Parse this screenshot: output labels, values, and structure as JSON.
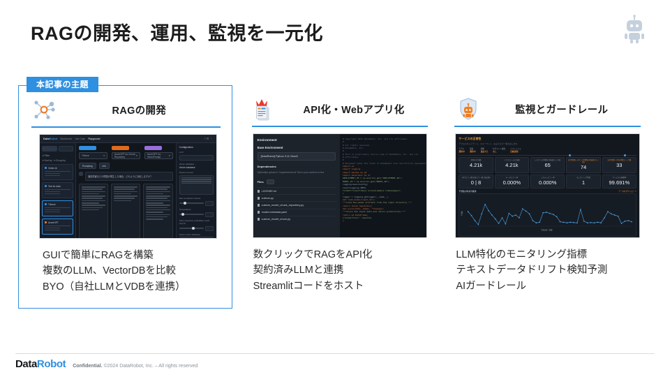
{
  "slide": {
    "title": "RAGの開発、運用、監視を一元化",
    "topic_tab": "本記事の主題",
    "accent_blue": "#2f8fe0",
    "accent_orange": "#e8862c"
  },
  "columns": [
    {
      "icon": "network-nodes-icon",
      "title": "RAGの開発",
      "description": "GUIで簡単にRAGを構築\n複数のLLM、VectorDBを比較\nBYO（自社LLMとVDBを連携）",
      "screenshot": {
        "name": "workbench-playground-screenshot",
        "brand_prefix": "Data",
        "brand_suffix": "Robot",
        "breadcrumb": [
          "Workbench",
          "Use Case",
          "Playground"
        ],
        "tabs": [
          "Prompting",
          "Info"
        ],
        "pills": [
          "#2f8fe0",
          "#e06a1c",
          "#9b6ede"
        ],
        "sidebar_sections": [
          "Best",
          "Comparison"
        ],
        "config_title": "Configuration",
        "config_fields": [
          "Azure OpenAI GPT-4",
          "Vector database",
          "System prompt",
          "Max completion tokens",
          "Temperature",
          "Token selection probability cutoff (Top P)"
        ]
      }
    },
    {
      "icon": "documents-crown-icon",
      "title": "API化・Webアプリ化",
      "description": "数クリックでRAGをAPI化\n契約済みLLMと連携\nStreamlitコードをホスト",
      "screenshot": {
        "name": "custom-model-environment-screenshot",
        "heading": "Environment",
        "base_env_label": "Base Environment",
        "base_env_value": "[DataRobot] Python 3.11 GenAI",
        "dependencies_label": "Dependencies",
        "dependencies_note": "Optionally upload a \"requirements.txt\" file to your content so tha",
        "files_label": "Files",
        "files": [
          "LICENSE.txt",
          "custom.py",
          "custom_model_chunk_repository.py",
          "model-metadata.yaml",
          "custom_model_enum.py"
        ],
        "code_lines": [
          "# Copyright 2024 DataRobot, Inc. and its affiliates.",
          "#",
          "# All rights reserved.",
          "# DataRobot, Inc.",
          "#",
          "# This is proprietary source code of DataRobot, Inc. and its",
          "# affiliates.",
          "#",
          "# Released under the terms of DataRobot Tool and Utility Agreement.",
          "",
          "import os",
          "import logging",
          "import pandas as pd",
          "import datarobot as dr",
          "",
          "DEPLOYMENT_ID = os.environ.get(\"DEPLOYMENT_ID\")",
          "MODEL_ID = os.environ.get(\"MODEL_ID\")",
          "",
          "logging.basicConfig(",
          "    level=logging.INFO,",
          "    format=\"%(asctime)s %(levelname)s %(message)s\",",
          ")",
          "logger = logging.getLogger(__name__)",
          "",
          "def load_model(input_dir):",
          "    \"\"\"Load the model artifact from the input directory.\"\"\"",
          "    return chunk_repository",
          "",
          "def score(data, model, **kwargs):",
          "    \"\"\"Score the input data and return predictions.\"\"\"",
          "    return pd.DataFrame(",
          "        {\"prediction\": results}",
          "    )"
        ]
      }
    },
    {
      "icon": "shield-robot-icon",
      "title": "監視とガードレール",
      "description": "LLM特化のモニタリング指標\nテキストデータドリフト検知予測\nAIガードレール",
      "screenshot": {
        "name": "monitoring-dashboard-screenshot",
        "heading": "サービスの正常性",
        "subheading": "デプロイのレイテンシ、スループット、およびエラー率を表します。",
        "meta": [
          {
            "label": "モデル",
            "value": "選択中"
          },
          {
            "label": "環境",
            "value": "選択中"
          },
          {
            "label": "期間",
            "value": "過去7日"
          },
          {
            "label": "セグメント属性",
            "value": "なし"
          },
          {
            "label": "リフレッシュ",
            "value": "自動更新"
          }
        ],
        "tiles_row1": [
          {
            "label": "予測の合計数",
            "value": "4.21k",
            "highlight": false
          },
          {
            "label": "リクエストの合計数",
            "value": "4.21k",
            "highlight": false
          },
          {
            "label": "レスポンス時間の中央値 (ミリ秒)",
            "value": "65",
            "highlight": false
          },
          {
            "label": "実行時間レスポンス時間の中央値 (ミリ秒)",
            "value": "74",
            "highlight": true
          },
          {
            "label": "実行時間 + 待ち時間 ピーク値",
            "value": "33",
            "highlight": true
          }
        ],
        "tiles_row2": [
          {
            "label": "実行エラー数/応答エラー数 (直近値)",
            "value": "0 | 8",
            "highlight": false
          },
          {
            "label": "データエラー率",
            "value": "0.000%",
            "highlight": false
          },
          {
            "label": "システムエラー率",
            "value": "0.000%",
            "highlight": false
          },
          {
            "label": "モニタリング件数",
            "value": "1",
            "highlight": false
          },
          {
            "label": "サービスの稼働率",
            "value": "99.691%",
            "highlight": false
          }
        ],
        "chart_title": "予測数の時系列推移",
        "chart_action": "データをダウンロード",
        "chart_xlabel": "予測日時（時間）",
        "chart_ylabel": "予測数"
      }
    }
  ],
  "chart_data": {
    "type": "line",
    "title": "予測数の時系列推移",
    "xlabel": "予測日時（時間）",
    "ylabel": "予測数",
    "ylim": [
      0,
      100
    ],
    "grid": false,
    "legend": "none",
    "series": [
      {
        "name": "予測数",
        "values": [
          52,
          38,
          20,
          6,
          44,
          78,
          56,
          40,
          26,
          10,
          30,
          8,
          46,
          36,
          40,
          30,
          62,
          54,
          44,
          20,
          12,
          14,
          48,
          50,
          46,
          42,
          34,
          16,
          14,
          12,
          14,
          13,
          12,
          60,
          18,
          12,
          13,
          12,
          14,
          12,
          30,
          52,
          44,
          40,
          36,
          10,
          18,
          20,
          16
        ]
      }
    ]
  },
  "footer": {
    "logo_dark": "Data",
    "logo_blue": "Robot",
    "confidential": "Confidential.",
    "copyright": "©2024 DataRobot, Inc. – All rights reserved"
  }
}
